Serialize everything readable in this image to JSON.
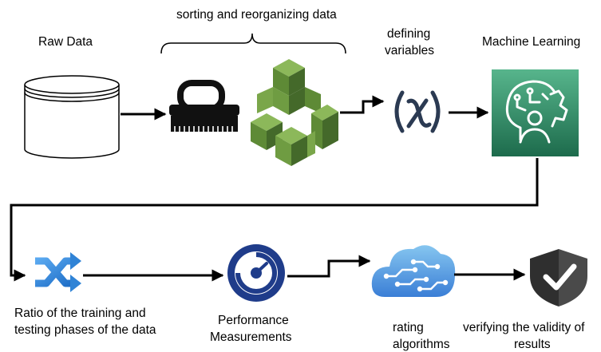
{
  "labels": {
    "raw_data": "Raw Data",
    "sorting": "sorting and reorganizing data",
    "defining_line1": "defining",
    "defining_line2": "variables",
    "machine_learning": "Machine Learning",
    "ratio_line1": "Ratio of the training and",
    "ratio_line2": "testing phases of the data",
    "performance_line1": "Performance",
    "performance_line2": "Measurements",
    "rating_line1": "rating",
    "rating_line2": "algorithms",
    "verifying_line1": "verifying the validity of",
    "verifying_line2": "results"
  },
  "colors": {
    "arrow": "#000000",
    "database_stroke": "#000000",
    "brush": "#111111",
    "cubes_light": "#7aa64a",
    "cubes_mid": "#5e8a36",
    "cubes_dark": "#44692a",
    "variable_symbol": "#2b3a52",
    "ml_tile_top": "#57b58c",
    "ml_tile_bottom": "#1d6b4c",
    "shuffle": "#2f83d6",
    "gauge_ring": "#1f3c8a",
    "cloud_top": "#86c6f0",
    "cloud_bottom": "#3a7ed6",
    "shield": "#3a3a3a"
  },
  "icons": [
    "database-icon",
    "brush-icon",
    "cubes-icon",
    "variable-x-icon",
    "machine-learning-icon",
    "shuffle-icon",
    "gauge-icon",
    "cloud-circuit-icon",
    "shield-check-icon"
  ]
}
